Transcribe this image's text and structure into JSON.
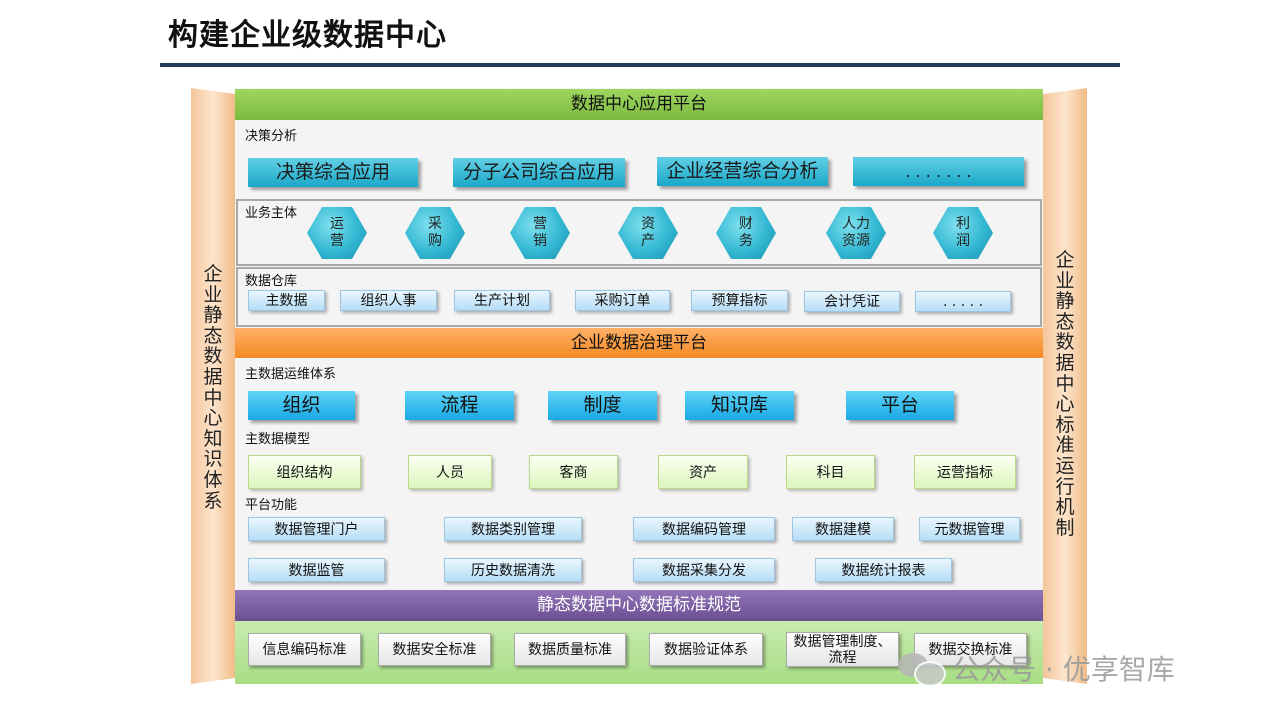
{
  "title": "构建企业级数据中心",
  "left_pillar": [
    "企",
    "业",
    "静",
    "态",
    "数",
    "据",
    "中",
    "心",
    "知",
    "识",
    "体",
    "系"
  ],
  "right_pillar": [
    "企",
    "业",
    "静",
    "态",
    "数",
    "据",
    "中",
    "心",
    "标",
    "准",
    "运",
    "行",
    "机",
    "制"
  ],
  "platforms": {
    "app": "数据中心应用平台",
    "governance": "企业数据治理平台",
    "standards": "静态数据中心数据标准规范"
  },
  "decision": {
    "label": "决策分析",
    "items": [
      "决策综合应用",
      "分子公司综合应用",
      "企业经营综合分析",
      ". . . . . . ."
    ]
  },
  "business": {
    "label": "业务主体",
    "items": [
      [
        "运",
        "营"
      ],
      [
        "采",
        "购"
      ],
      [
        "营",
        "销"
      ],
      [
        "资",
        "产"
      ],
      [
        "财",
        "务"
      ],
      [
        "人力",
        "资源"
      ],
      [
        "利",
        "润"
      ]
    ]
  },
  "warehouse": {
    "label": "数据仓库",
    "items": [
      "主数据",
      "组织人事",
      "生产计划",
      "采购订单",
      "预算指标",
      "会计凭证",
      ". . . . ."
    ]
  },
  "ops_system": {
    "label": "主数据运维体系",
    "items": [
      "组织",
      "流程",
      "制度",
      "知识库",
      "平台"
    ]
  },
  "model": {
    "label": "主数据模型",
    "items": [
      "组织结构",
      "人员",
      "客商",
      "资产",
      "科目",
      "运营指标"
    ]
  },
  "functions": {
    "label": "平台功能",
    "row1": [
      "数据管理门户",
      "数据类别管理",
      "数据编码管理",
      "数据建模",
      "元数据管理"
    ],
    "row2": [
      "数据监管",
      "历史数据清洗",
      "数据采集分发",
      "数据统计报表"
    ]
  },
  "standards_items": [
    "信息编码标准",
    "数据安全标准",
    "数据质量标准",
    "数据验证体系",
    "数据管理制度、流程",
    "数据交换标准"
  ],
  "watermark": "公众号 · 优享智库"
}
